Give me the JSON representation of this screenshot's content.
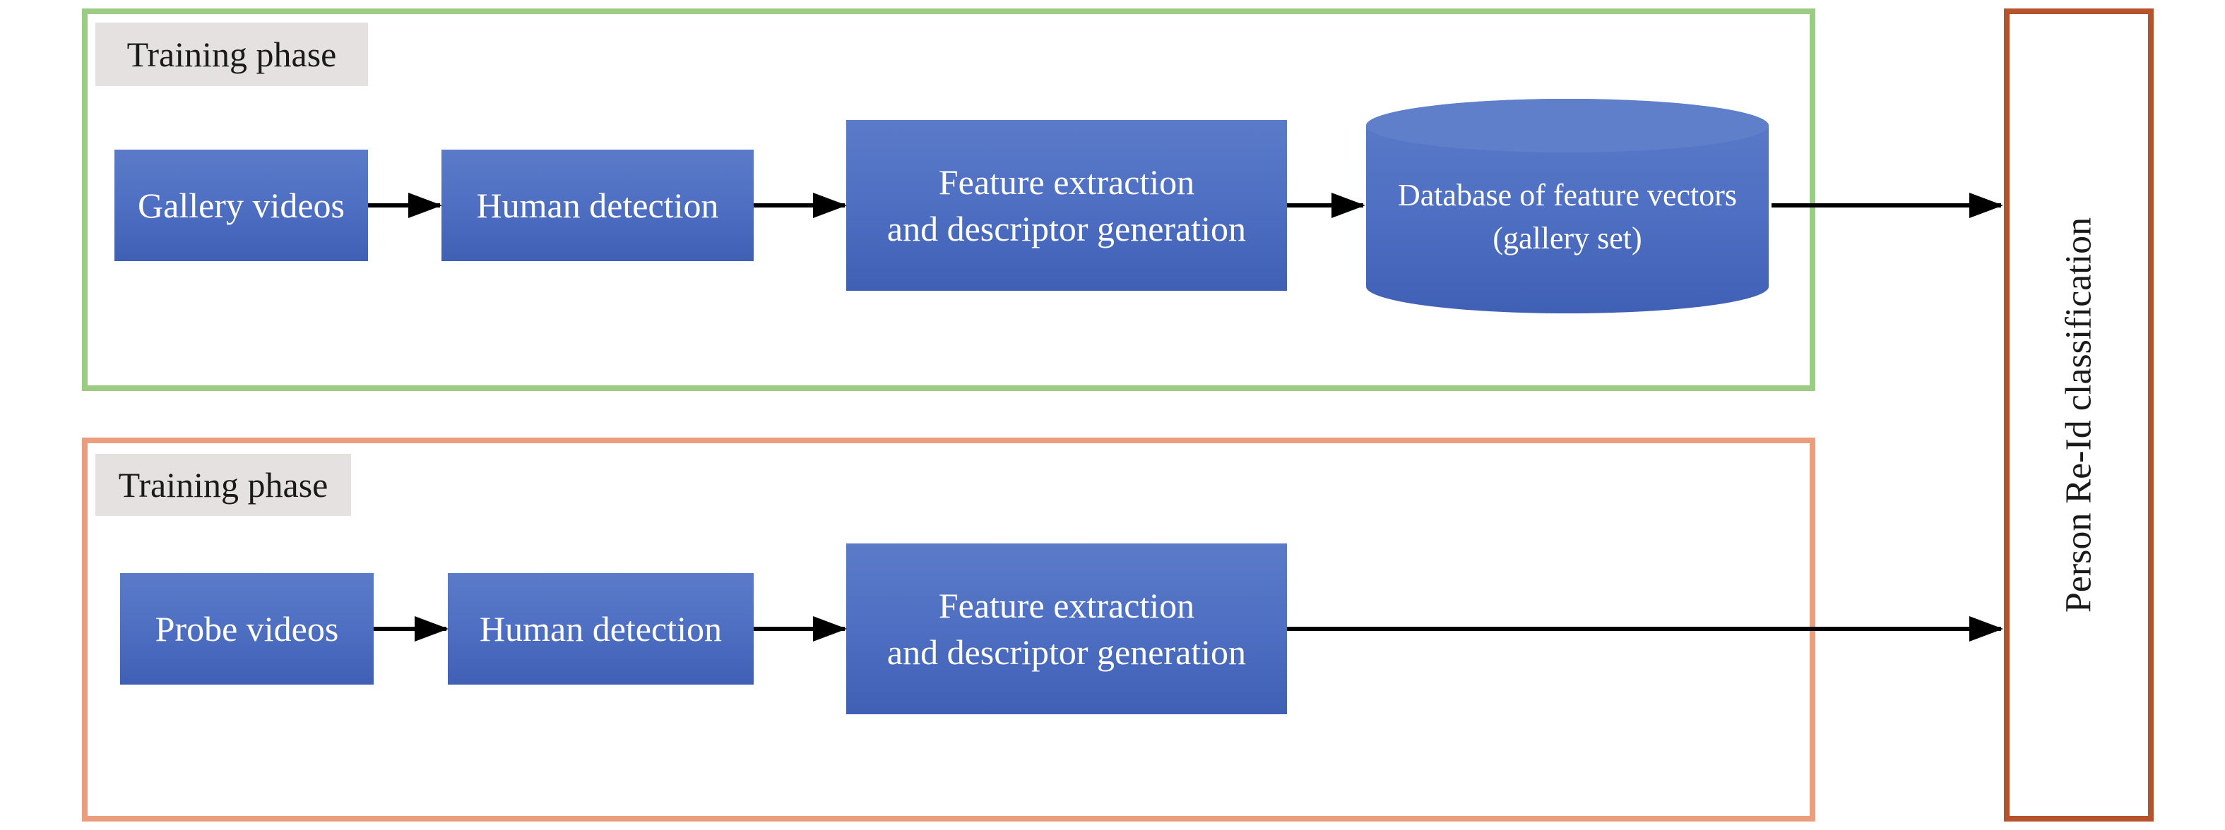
{
  "top_phase": {
    "label": "Training phase",
    "frame_color": "#9ccc84",
    "blocks": {
      "gallery_videos": "Gallery videos",
      "human_detection": "Human detection",
      "feature_extraction": "Feature extraction\nand descriptor generation",
      "database": "Database of feature vectors\n(gallery set)"
    }
  },
  "bottom_phase": {
    "label": "Training phase",
    "frame_color": "#eb9e7d",
    "blocks": {
      "probe_videos": "Probe videos",
      "human_detection": "Human detection",
      "feature_extraction": "Feature extraction\nand descriptor generation"
    }
  },
  "classifier": {
    "label": "Person Re-Id classification",
    "frame_color": "#b7532c"
  },
  "block_color": "#4f70c3",
  "arrow_color": "#000000"
}
